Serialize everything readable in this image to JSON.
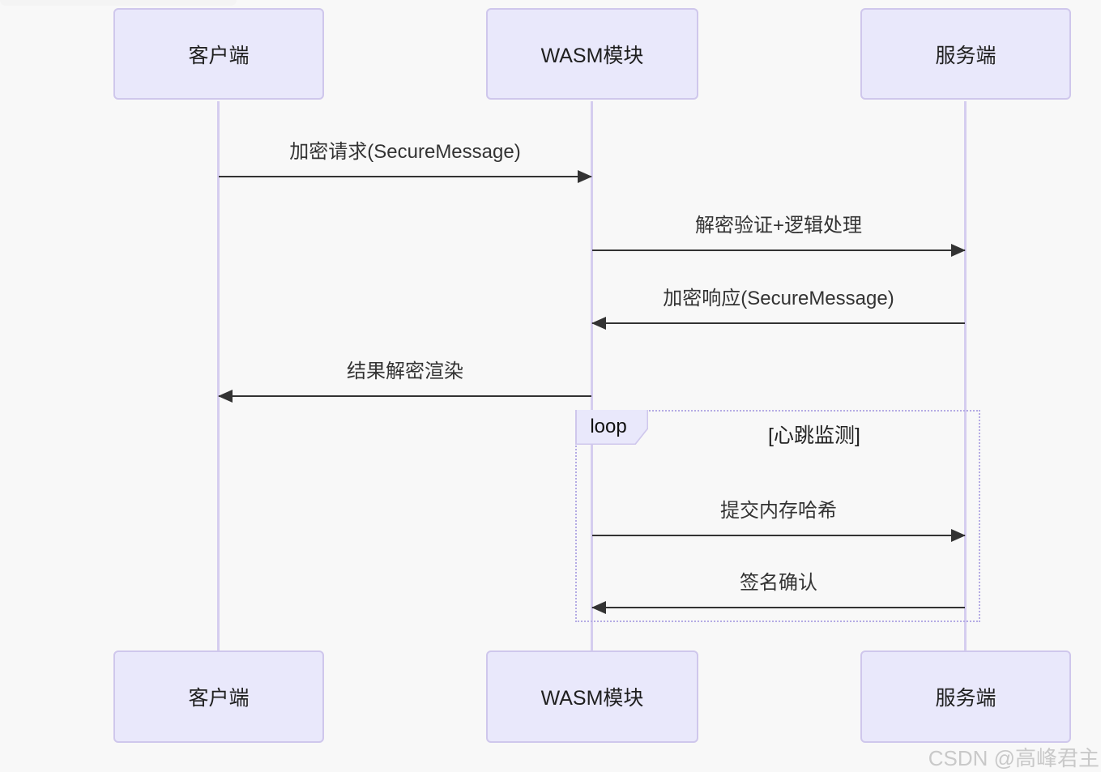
{
  "diagram": {
    "type": "sequence-diagram",
    "actors": [
      {
        "id": "client",
        "label": "客户端"
      },
      {
        "id": "wasm",
        "label": "WASM模块"
      },
      {
        "id": "server",
        "label": "服务端"
      }
    ],
    "messages": [
      {
        "from": "客户端",
        "to": "WASM模块",
        "label": "加密请求(SecureMessage)",
        "direction": "right",
        "in_loop": false
      },
      {
        "from": "WASM模块",
        "to": "服务端",
        "label": "解密验证+逻辑处理",
        "direction": "right",
        "in_loop": false
      },
      {
        "from": "服务端",
        "to": "WASM模块",
        "label": "加密响应(SecureMessage)",
        "direction": "left",
        "in_loop": false
      },
      {
        "from": "WASM模块",
        "to": "客户端",
        "label": "结果解密渲染",
        "direction": "left",
        "in_loop": false
      },
      {
        "from": "WASM模块",
        "to": "服务端",
        "label": "提交内存哈希",
        "direction": "right",
        "in_loop": true
      },
      {
        "from": "服务端",
        "to": "WASM模块",
        "label": "签名确认",
        "direction": "left",
        "in_loop": true
      }
    ],
    "loop": {
      "label": "loop",
      "condition": "[心跳监测]"
    },
    "colors": {
      "background": "#f8f8f8",
      "actor_fill": "#e9e8fb",
      "actor_border": "#cfc7ec",
      "lifeline": "#d5cdef",
      "loop_border": "#b4abe4",
      "arrow": "#333333",
      "text": "#333333",
      "watermark": "#c9c9c9"
    }
  },
  "watermark": {
    "text": "CSDN @高峰君主"
  }
}
